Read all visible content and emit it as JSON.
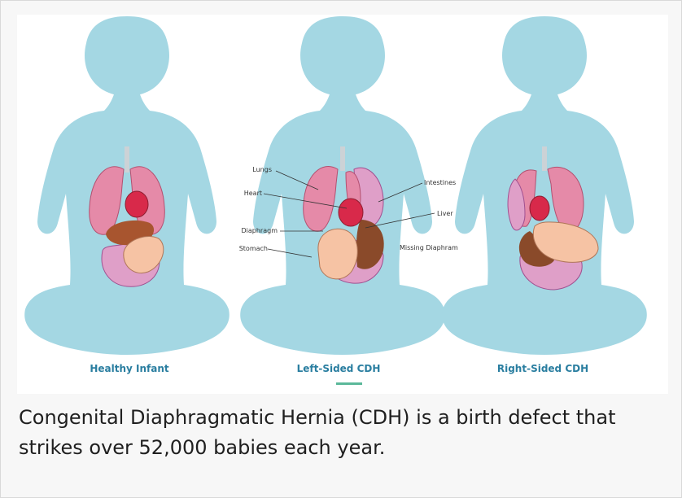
{
  "figure": {
    "panels": [
      {
        "title": "Healthy Infant"
      },
      {
        "title": "Left-Sided CDH",
        "selected": true
      },
      {
        "title": "Right-Sided CDH"
      }
    ],
    "labels": {
      "lungs": "Lungs",
      "heart": "Heart",
      "diaphragm": "Diaphragm",
      "stomach": "Stomach",
      "intestines": "Intestines",
      "liver": "Liver",
      "missing_diaphragm": "Missing Diaphram"
    },
    "colors": {
      "silhouette": "#a4d7e3",
      "caption": "#2a7ea0",
      "active_indicator": "#5bb89a"
    }
  },
  "caption": "Congenital Diaphragmatic Hernia (CDH) is a birth defect that strikes over 52,000 babies each year."
}
